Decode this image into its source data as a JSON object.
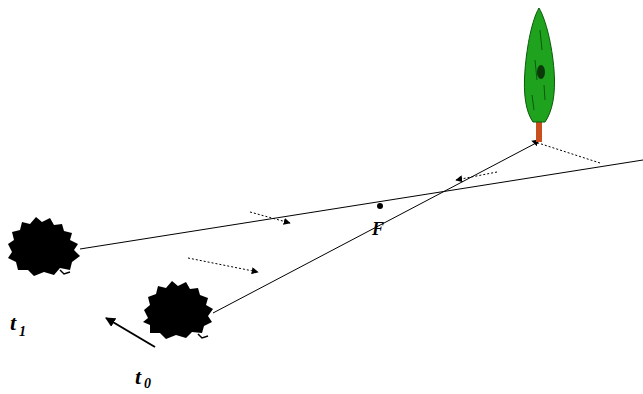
{
  "diagram": {
    "labels": [
      "t",
      "1",
      "t",
      "0",
      "F"
    ]
  }
}
